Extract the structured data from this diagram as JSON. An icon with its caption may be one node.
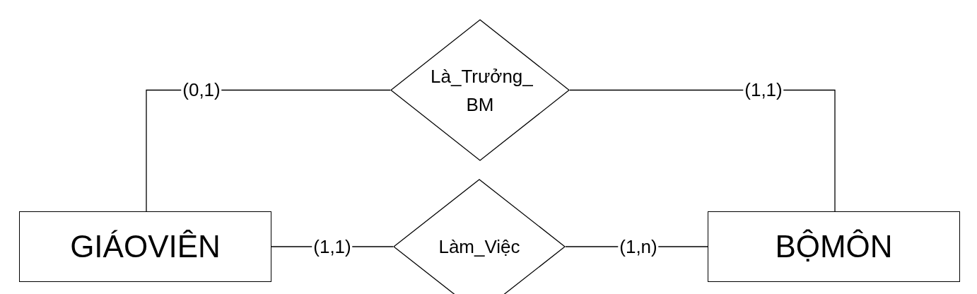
{
  "diagram": {
    "nodes": [
      {
        "text": [
          "Là_Trưởng_ BM"
        ]
      },
      {
        "text": [
          "GIÁOVIÊN"
        ]
      },
      {
        "text": [
          "Làm_Việc"
        ]
      },
      {
        "text": [
          "BỘMÔN"
        ]
      }
    ],
    "edges": [
      {
        "from": 1,
        "to": 0,
        "arrow": "none",
        "label": "(0,1)"
      },
      {
        "from": 0,
        "to": 3,
        "arrow": "none",
        "label": "(1,1)"
      },
      {
        "from": 1,
        "to": 2,
        "arrow": "none",
        "label": "(1,1)"
      },
      {
        "from": 2,
        "to": 3,
        "arrow": "none",
        "label": "(1,n)"
      }
    ]
  }
}
